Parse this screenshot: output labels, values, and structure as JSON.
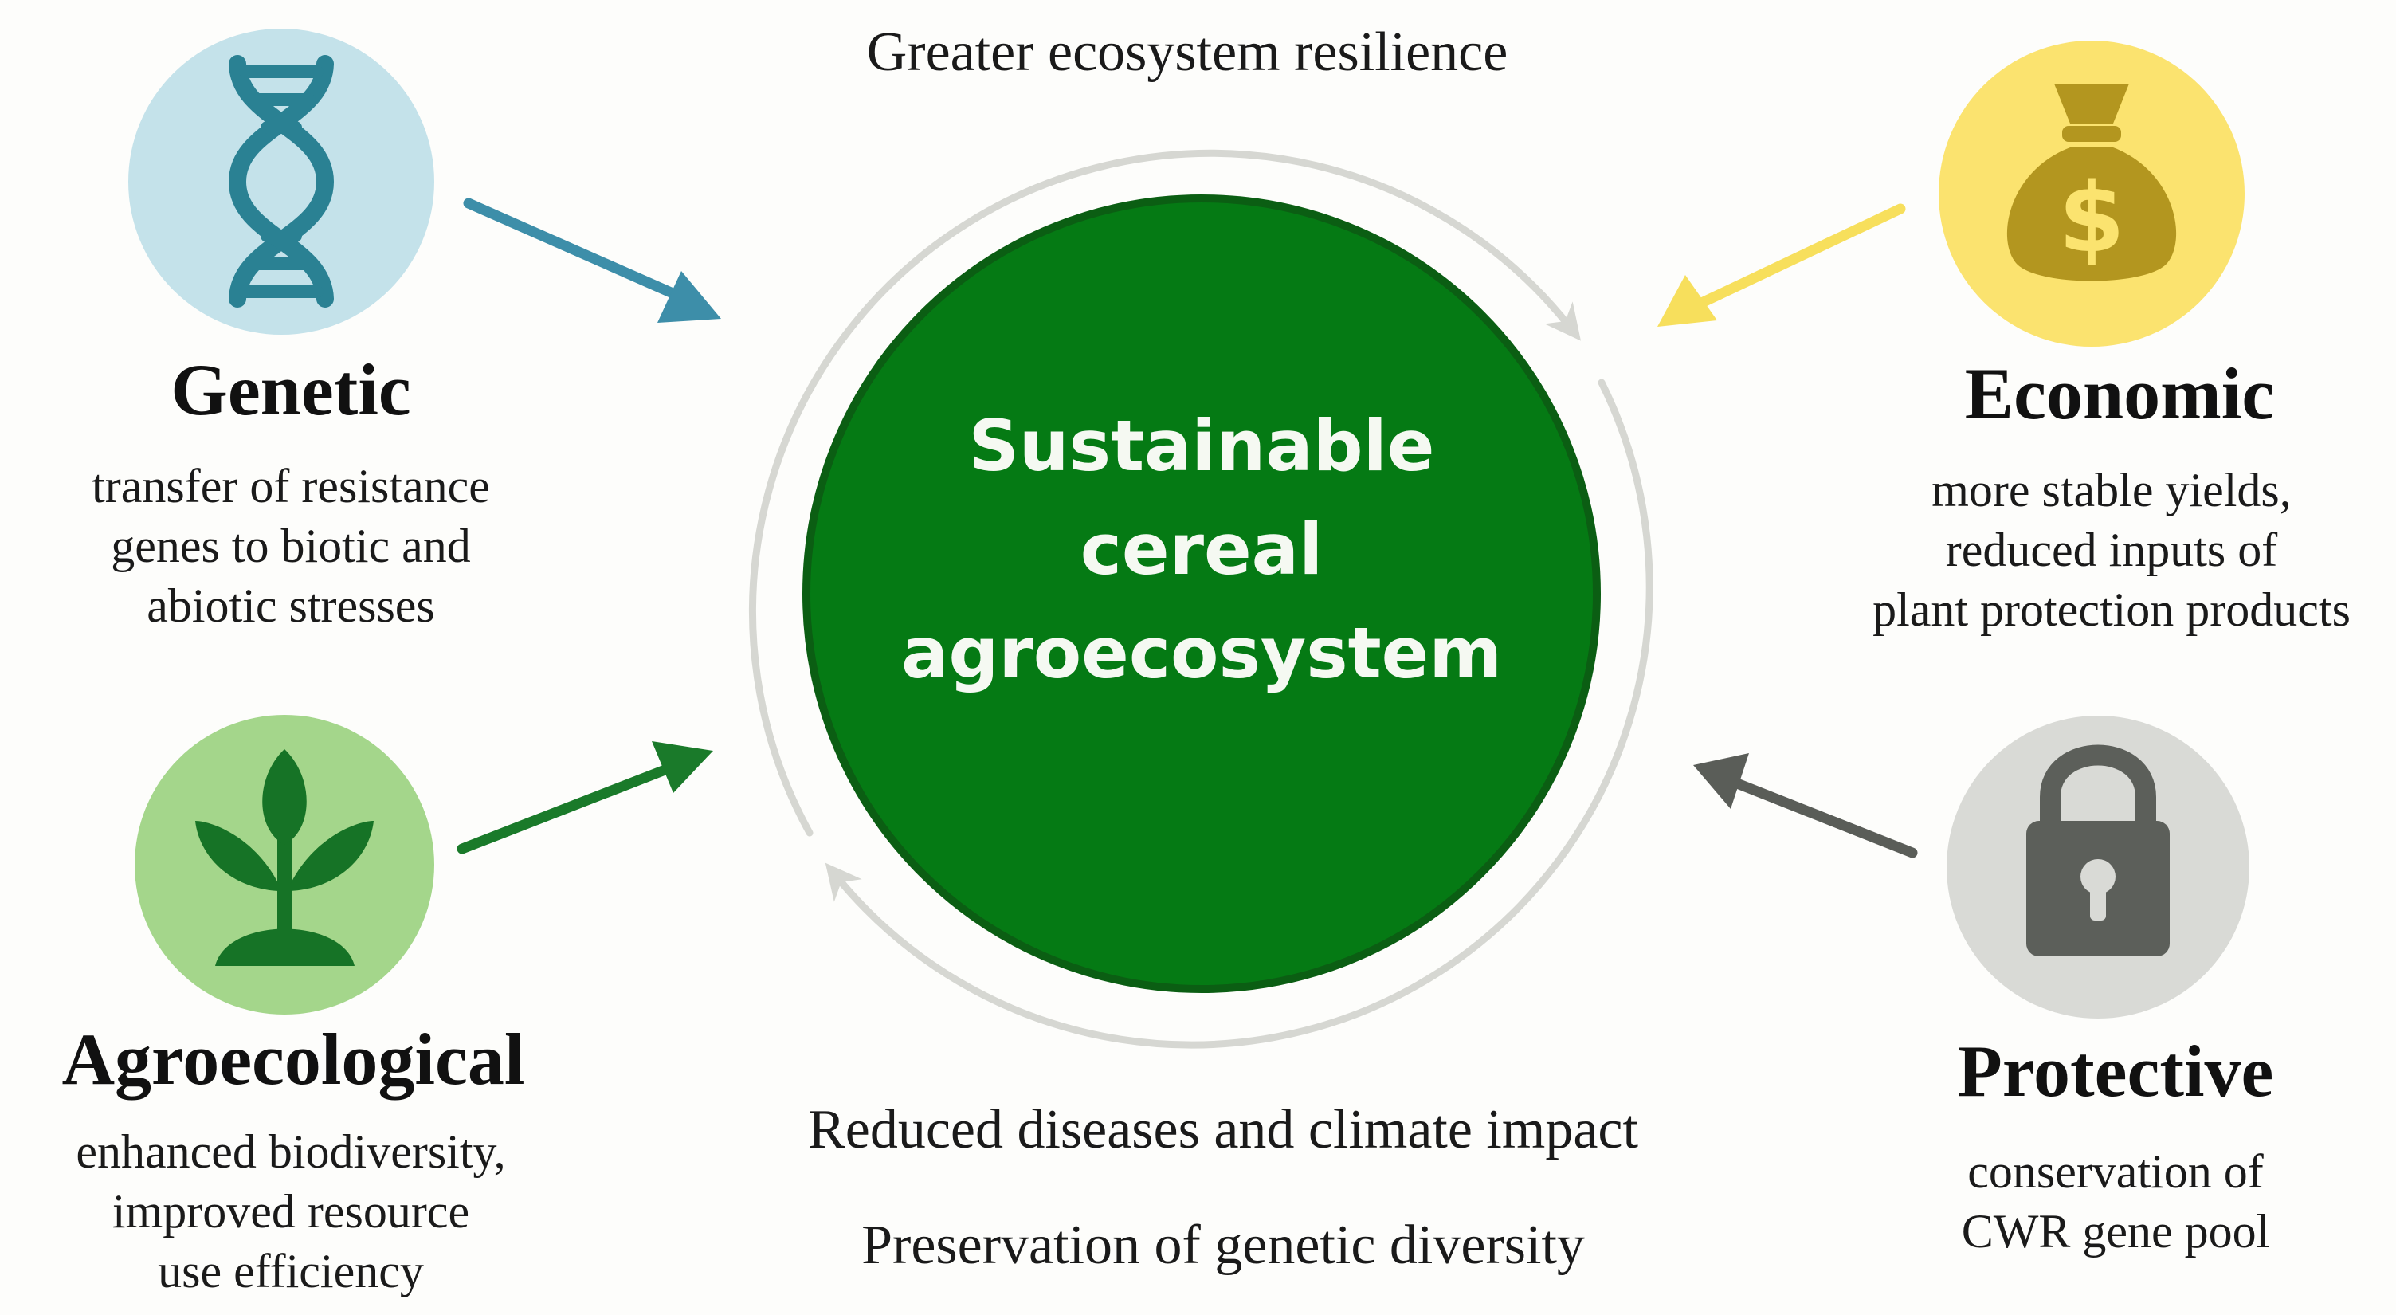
{
  "center": {
    "lines": [
      "Sustainable",
      "cereal",
      "agroecosystem"
    ],
    "fill": "#057a14",
    "stroke": "#0b5e13",
    "text_color": "#f5f9f2"
  },
  "cycle": {
    "ring_color": "#d6d7d2",
    "top_label": "Greater ecosystem resilience",
    "bottom_labels": [
      "Reduced diseases and climate impact",
      "Preservation of genetic diversity"
    ]
  },
  "factors": {
    "genetic": {
      "title": "Genetic",
      "lines": [
        "transfer of resistance",
        "genes to biotic and",
        "abiotic stresses"
      ],
      "icon": "dna-icon",
      "circle_color": "#c4e2ea",
      "icon_color": "#2a8193",
      "arrow_color": "#3d8ea9"
    },
    "economic": {
      "title": "Economic",
      "lines": [
        "more stable yields,",
        "reduced inputs of",
        "plant protection products"
      ],
      "icon": "money-bag-icon",
      "circle_color": "#fbe36f",
      "icon_color": "#b3961f",
      "arrow_color": "#f7df5c"
    },
    "agroecological": {
      "title": "Agroecological",
      "lines": [
        "enhanced biodiversity,",
        "improved resource",
        "use efficiency"
      ],
      "icon": "plant-sprout-icon",
      "circle_color": "#a4d68b",
      "icon_color": "#167326",
      "arrow_color": "#1a7a2a"
    },
    "protective": {
      "title": "Protective",
      "lines": [
        "conservation of",
        "CWR gene pool"
      ],
      "icon": "padlock-icon",
      "circle_color": "#d9dad6",
      "icon_color": "#5c5f5a",
      "arrow_color": "#5a5d58"
    }
  }
}
